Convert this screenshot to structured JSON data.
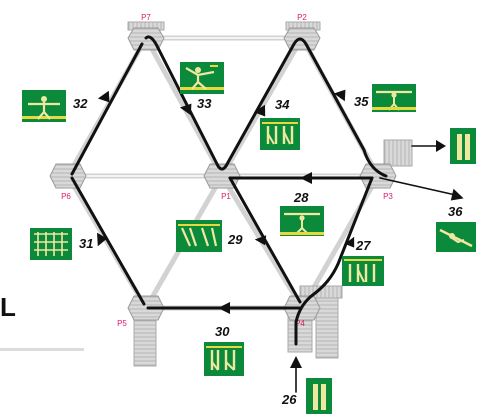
{
  "side_letter": "L",
  "colors": {
    "path": "#111111",
    "platform": "#c8c8c8",
    "platform_stroke": "#9a9a9a",
    "node_label": "#e0186c",
    "sign_bg": "#0b8a3c",
    "sign_fg": "#f1e8a0",
    "sign_band": "#e8d840"
  },
  "nodes": [
    {
      "id": "P7",
      "label": "P7"
    },
    {
      "id": "P2",
      "label": "P2"
    },
    {
      "id": "P6",
      "label": "P6"
    },
    {
      "id": "P1",
      "label": "P1"
    },
    {
      "id": "P3",
      "label": "P3"
    },
    {
      "id": "P5",
      "label": "P5"
    },
    {
      "id": "P4",
      "label": "P4"
    }
  ],
  "steps": [
    {
      "num": "26",
      "icon": "doorway-sign"
    },
    {
      "num": "27",
      "icon": "forward-weight-shift-sign"
    },
    {
      "num": "28",
      "icon": "sidewalk-balance-sign"
    },
    {
      "num": "29",
      "icon": "forward-weight-shift-sign"
    },
    {
      "num": "30",
      "icon": "backward-step-sign"
    },
    {
      "num": "31",
      "icon": "grid-panel-sign"
    },
    {
      "num": "32",
      "icon": "arms-out-balance-sign"
    },
    {
      "num": "33",
      "icon": "arms-up-balance-sign"
    },
    {
      "num": "34",
      "icon": "forward-weight-shift-sign"
    },
    {
      "num": "35",
      "icon": "sidewalk-balance-sign"
    },
    {
      "num": "36",
      "icon": "slide-down-sign"
    }
  ],
  "exit_sign": {
    "icon": "doorway-sign"
  }
}
